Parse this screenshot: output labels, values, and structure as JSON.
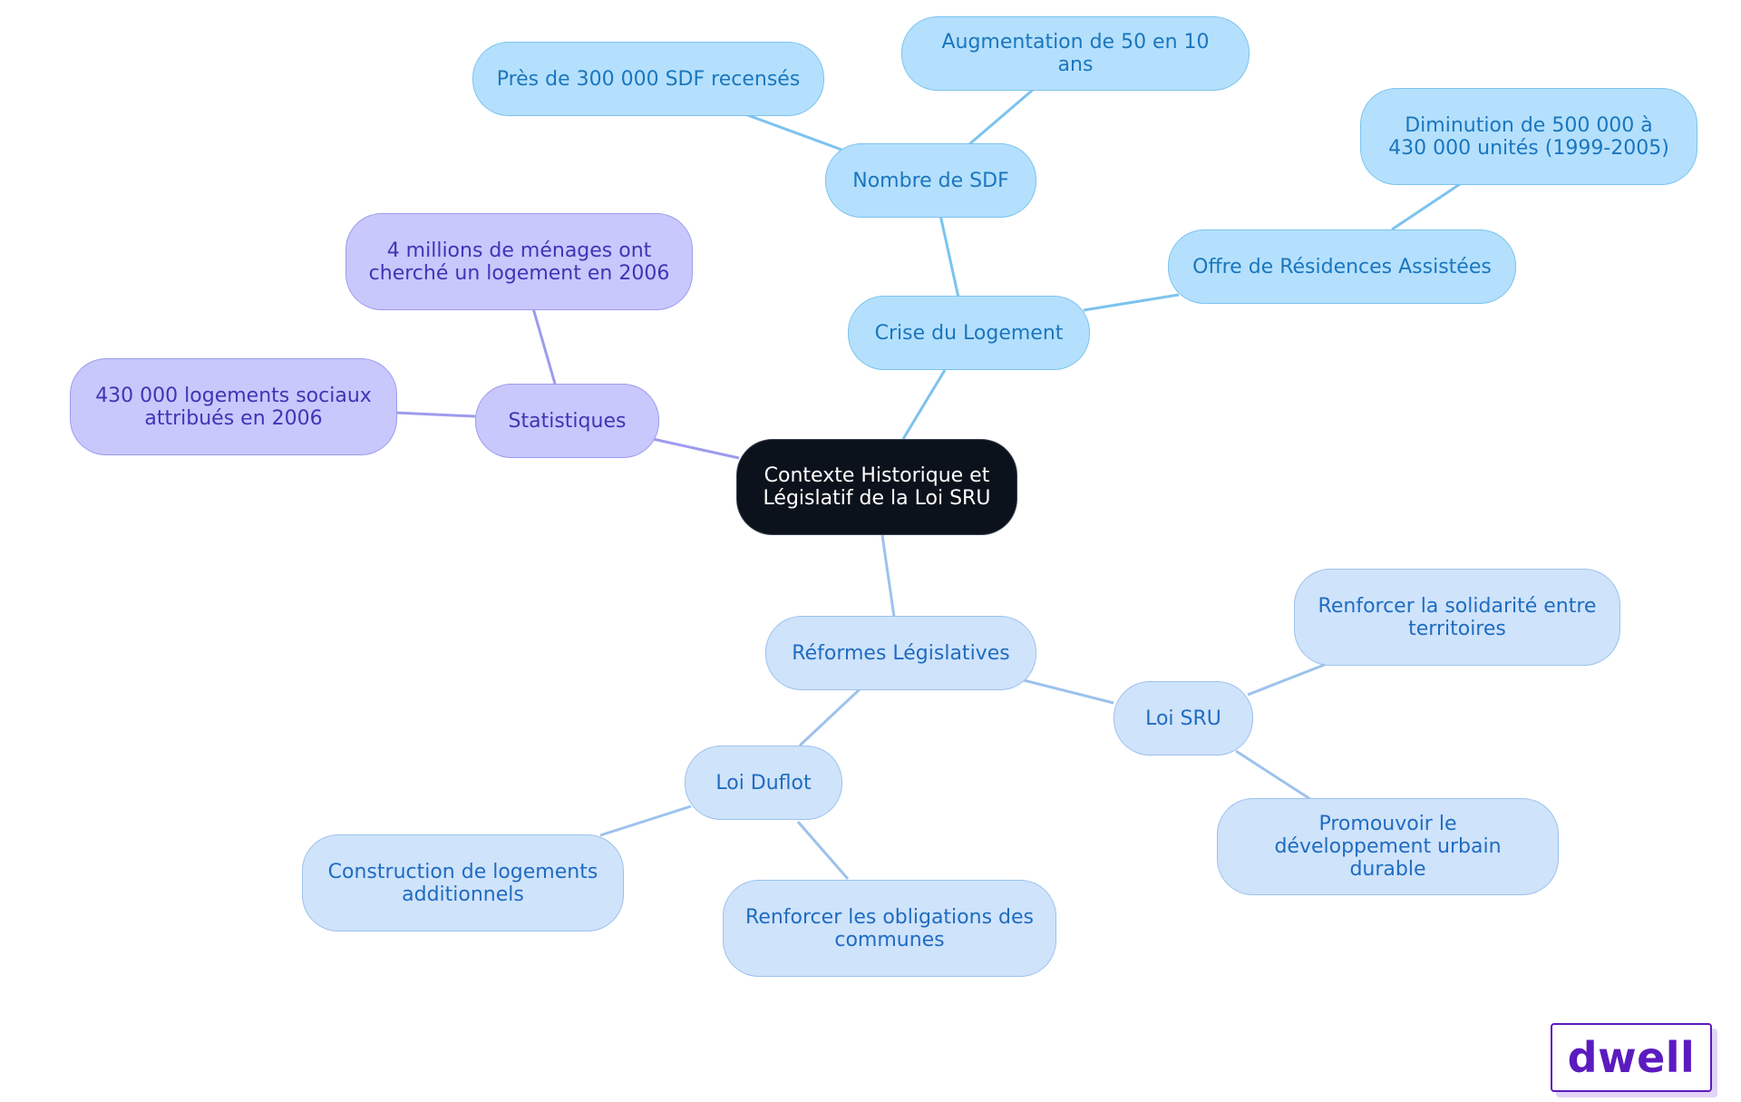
{
  "diagram": {
    "root": "Contexte Historique et Législatif de la Loi SRU",
    "branches": {
      "crise": {
        "label": "Crise du Logement",
        "nombre_sdf": {
          "label": "Nombre de SDF",
          "children": [
            "Près de 300 000 SDF recensés",
            "Augmentation de 50 en 10 ans"
          ]
        },
        "residences": {
          "label": "Offre de Résidences Assistées",
          "children": [
            "Diminution de 500 000 à 430 000 unités (1999-2005)"
          ]
        }
      },
      "statistiques": {
        "label": "Statistiques",
        "children": [
          "4 millions de ménages ont cherché un logement en 2006",
          "430 000 logements sociaux attribués en 2006"
        ]
      },
      "reformes": {
        "label": "Réformes Législatives",
        "loi_sru": {
          "label": "Loi SRU",
          "children": [
            "Renforcer la solidarité entre territoires",
            "Promouvoir le développement urbain durable"
          ]
        },
        "loi_duflot": {
          "label": "Loi Duflot",
          "children": [
            "Construction de logements additionnels",
            "Renforcer les obligations des communes"
          ]
        }
      }
    },
    "colors": {
      "root": "#0c121c",
      "crise_branch": "#b4e0fd",
      "statistiques_branch": "#c9c8fd",
      "reformes_branch": "#cfe3fb"
    }
  },
  "logo": {
    "text": "dwell",
    "color": "#5b1bbf"
  }
}
